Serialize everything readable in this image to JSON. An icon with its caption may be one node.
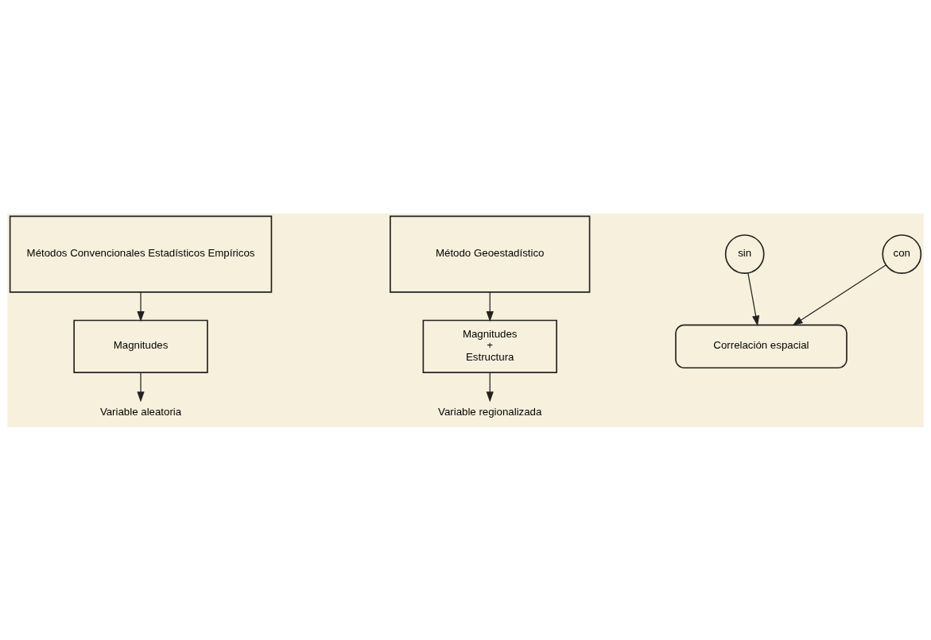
{
  "diagram": {
    "nodes": [
      {
        "text": [
          "Métodos Convencionales Estadísticos Empíricos"
        ]
      },
      {
        "text": [
          "Método Geoestadístico"
        ]
      },
      {
        "text": [
          "Magnitudes"
        ]
      },
      {
        "text": [
          "Magnitudes",
          "+",
          "Estructura"
        ]
      },
      {
        "text": [
          "Variable aleatoria"
        ]
      },
      {
        "text": [
          "Variable regionalizada"
        ]
      },
      {
        "text": [
          "sin"
        ]
      },
      {
        "text": [
          "con"
        ]
      },
      {
        "text": [
          "Correlación espacial"
        ]
      }
    ],
    "edges": [
      {
        "from": 0,
        "to": 2,
        "arrow": "to"
      },
      {
        "from": 1,
        "to": 3,
        "arrow": "to"
      },
      {
        "from": 2,
        "to": 4,
        "arrow": "to"
      },
      {
        "from": 3,
        "to": 5,
        "arrow": "to"
      },
      {
        "from": 6,
        "to": 8,
        "arrow": "to"
      },
      {
        "from": 7,
        "to": 8,
        "arrow": "to"
      }
    ]
  }
}
